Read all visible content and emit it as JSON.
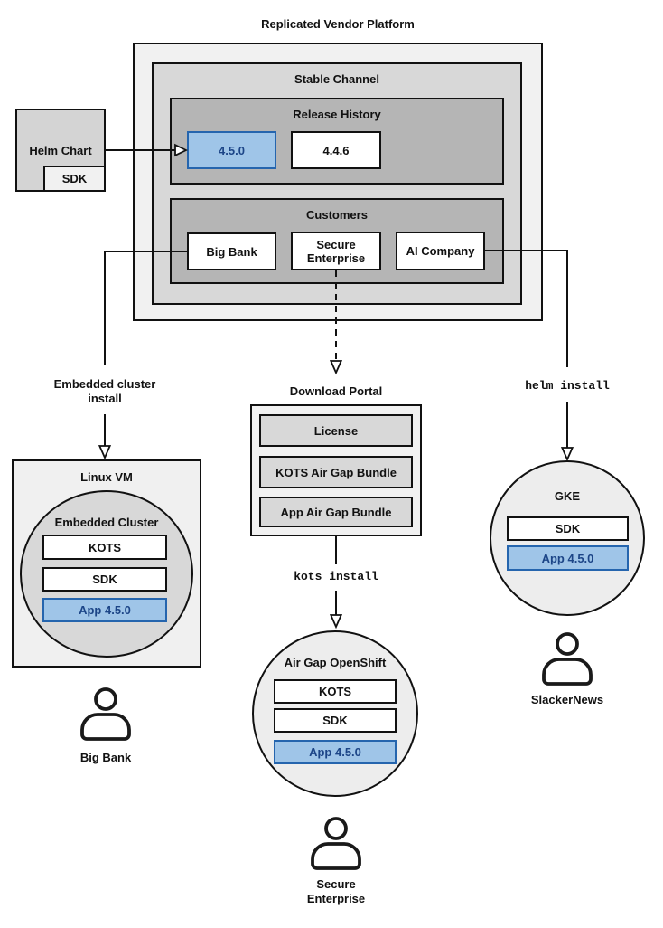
{
  "title": "Replicated Vendor Platform",
  "colors": {
    "highlight_fill": "#9fc5e8",
    "highlight_border": "#2565ae",
    "highlight_text": "#1c4587",
    "container_light_gray": "#f1f1f1",
    "container_mid_gray": "#d8d8d8",
    "container_dark_gray": "#b5b5b5"
  },
  "vendor_platform": {
    "stable_channel": {
      "label": "Stable Channel",
      "release_history": {
        "label": "Release History",
        "releases": [
          {
            "version": "4.5.0",
            "highlighted": true
          },
          {
            "version": "4.4.6",
            "highlighted": false
          }
        ]
      },
      "customers": {
        "label": "Customers",
        "items": [
          {
            "name": "Big Bank"
          },
          {
            "name": "Secure\nEnterprise"
          },
          {
            "name": "AI Company"
          }
        ]
      }
    }
  },
  "helm_chart": {
    "label": "Helm Chart",
    "sdk_label": "SDK"
  },
  "flows": {
    "embedded_cluster": {
      "edge_label": "Embedded cluster\ninstall",
      "vm_label": "Linux VM",
      "cluster_label": "Embedded Cluster",
      "components": [
        "KOTS",
        "SDK"
      ],
      "app_label": "App 4.5.0",
      "user_label": "Big Bank"
    },
    "air_gap": {
      "portal_label": "Download Portal",
      "portal_items": [
        "License",
        "KOTS Air Gap Bundle",
        "App Air Gap Bundle"
      ],
      "command": "kots install",
      "cluster_label": "Air Gap OpenShift",
      "components": [
        "KOTS",
        "SDK"
      ],
      "app_label": "App 4.5.0",
      "user_label": "Secure\nEnterprise"
    },
    "helm": {
      "command": "helm install",
      "cluster_label": "GKE",
      "components": [
        "SDK"
      ],
      "app_label": "App 4.5.0",
      "user_label": "SlackerNews"
    }
  }
}
